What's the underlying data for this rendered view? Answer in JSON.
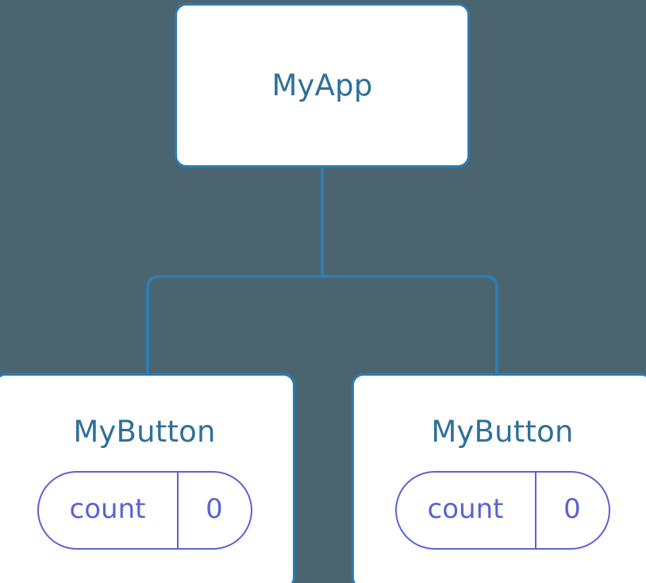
{
  "diagram": {
    "type": "component-tree",
    "background_color": "#4a6570",
    "node_border_color": "#2d7cb3",
    "node_fill_color": "#ffffff",
    "node_title_color": "#2e7099",
    "state_pill_color": "#5b62d4",
    "edge_color": "#2d7cb3"
  },
  "root": {
    "title": "MyApp"
  },
  "children": [
    {
      "title": "MyButton",
      "state": {
        "key": "count",
        "value": "0"
      }
    },
    {
      "title": "MyButton",
      "state": {
        "key": "count",
        "value": "0"
      }
    }
  ]
}
